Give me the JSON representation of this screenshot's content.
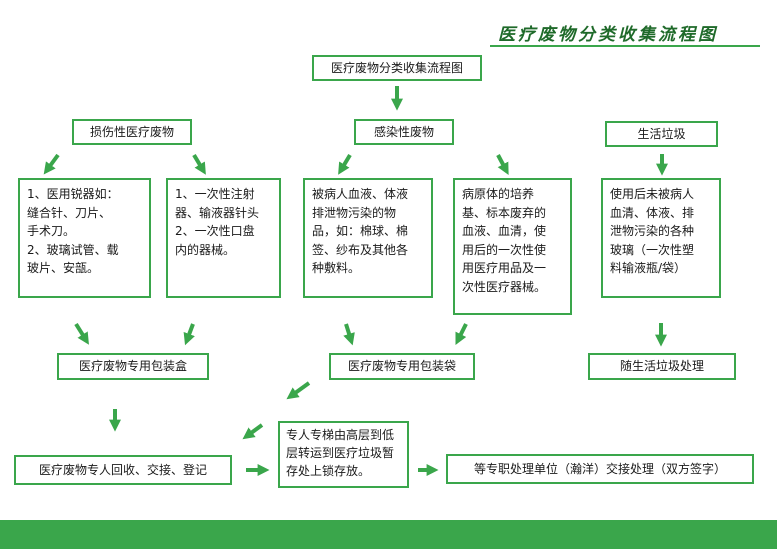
{
  "header": {
    "title": "医疗废物分类收集流程图"
  },
  "flow": {
    "top": "医疗废物分类收集流程图",
    "categories": {
      "sharp": "损伤性医疗废物",
      "infectious": "感染性废物",
      "domestic": "生活垃圾"
    },
    "details": {
      "sharp_a": "1、医用锐器如：\n缝合针、刀片、\n手术刀。\n2、玻璃试管、载\n玻片、安瓿。",
      "sharp_b": "1、一次性注射\n器、输液器针头\n2、一次性口盘\n内的器械。",
      "infectious_a": "被病人血液、体液\n排泄物污染的物\n品，如：棉球、棉\n签、纱布及其他各\n种敷料。",
      "infectious_b": "病原体的培养\n基、标本废弃的\n血液、血清，使\n用后的一次性使\n用医疗用品及一\n次性医疗器械。",
      "domestic_a": "使用后未被病人\n血清、体液、排\n泄物污染的各种\n玻璃（一次性塑\n料输液瓶/袋）"
    },
    "containers": {
      "box": "医疗废物专用包装盒",
      "bag": "医疗废物专用包装袋",
      "domestic": "随生活垃圾处理"
    },
    "process": {
      "collect": "医疗废物专人回收、交接、登记",
      "transport": "专人专梯由高层到低\n层转运到医疗垃圾暂\n存处上锁存放。",
      "dispose": "等专职处理单位（瀚洋）交接处理（双方签字）"
    }
  },
  "colors": {
    "accent": "#3aa64b",
    "title": "#1f6a2a"
  }
}
